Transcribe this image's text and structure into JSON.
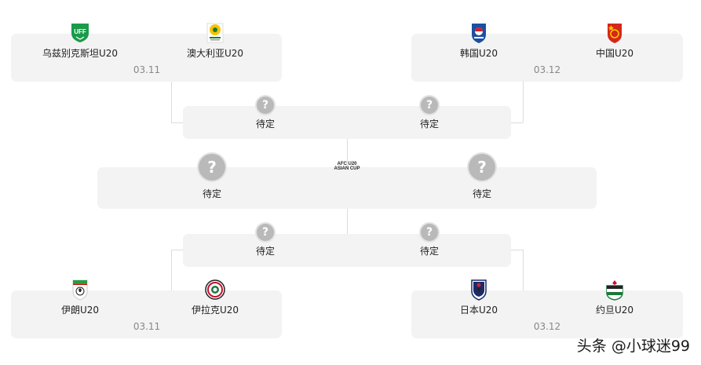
{
  "top_left": {
    "home": {
      "name": "乌兹别克斯坦U20",
      "flag": "uff-shield-icon"
    },
    "away": {
      "name": "澳大利亚U20",
      "flag": "ffa-shield-icon"
    },
    "date": "03.11"
  },
  "top_right": {
    "home": {
      "name": "韩国U20",
      "flag": "kfa-shield-icon"
    },
    "away": {
      "name": "中国U20",
      "flag": "cfa-shield-icon"
    },
    "date": "03.12"
  },
  "bottom_left": {
    "home": {
      "name": "伊朗U20",
      "flag": "ffiri-shield-icon"
    },
    "away": {
      "name": "伊拉克U20",
      "flag": "ifa-badge-icon"
    },
    "date": "03.11"
  },
  "bottom_right": {
    "home": {
      "name": "日本U20",
      "flag": "jfa-shield-icon"
    },
    "away": {
      "name": "约旦U20",
      "flag": "jfa-jordan-badge-icon"
    },
    "date": "03.12"
  },
  "semi_top": {
    "left": "待定",
    "right": "待定",
    "placeholder": "?"
  },
  "final": {
    "left": "待定",
    "right": "待定",
    "placeholder": "?"
  },
  "semi_bottom": {
    "left": "待定",
    "right": "待定",
    "placeholder": "?"
  },
  "center_logo": {
    "line1": "AFC U20",
    "line2": "ASIAN CUP"
  },
  "watermark": "头条 @小球迷99"
}
